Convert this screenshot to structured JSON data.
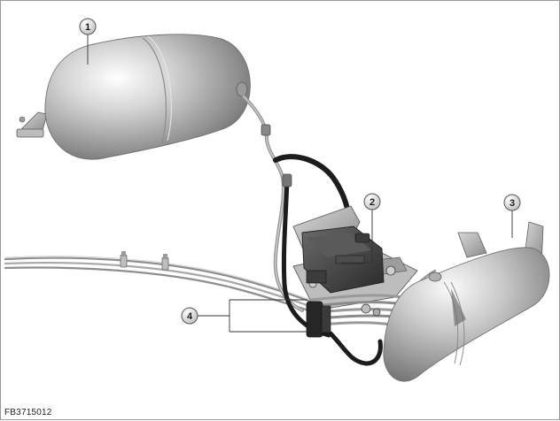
{
  "callouts": {
    "c1": {
      "label": "1"
    },
    "c2": {
      "label": "2"
    },
    "c3": {
      "label": "3"
    },
    "c4": {
      "label": "4"
    }
  },
  "figure_id": "FB3715012",
  "colors": {
    "tank_light": "#e6e6e6",
    "tank_mid": "#a9a9a9",
    "tank_dark": "#6b6b6b",
    "hose": "#1c1c1c",
    "pipe": "#9c9c9c",
    "bracket": "#8a8a8a",
    "leader_line": "#333333"
  }
}
